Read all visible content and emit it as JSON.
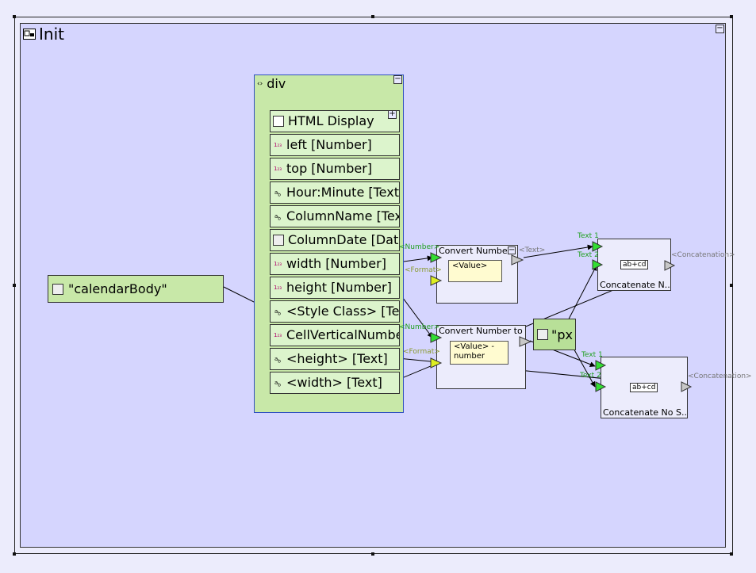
{
  "init": {
    "title": "Init",
    "collapse": "−"
  },
  "div": {
    "title": "div",
    "icon": "code-brackets-icon",
    "collapse": "−",
    "expand": "+",
    "properties": [
      {
        "label": "HTML Display",
        "icon": "html-display-icon"
      },
      {
        "label": "left [Number]",
        "icon": "number-icon"
      },
      {
        "label": "top [Number]",
        "icon": "number-icon"
      },
      {
        "label": "Hour:Minute [Text]",
        "icon": "text-icon"
      },
      {
        "label": "ColumnName [Text]",
        "icon": "text-icon"
      },
      {
        "label": "ColumnDate [Date]",
        "icon": "date-icon"
      },
      {
        "label": "width [Number]",
        "icon": "number-icon"
      },
      {
        "label": "height [Number]",
        "icon": "number-icon"
      },
      {
        "label": "<Style Class> [Text]",
        "icon": "text-icon"
      },
      {
        "label": "CellVerticalNumber",
        "icon": "number-icon"
      },
      {
        "label": "<height> [Text]",
        "icon": "text-icon"
      },
      {
        "label": "<width> [Text]",
        "icon": "text-icon"
      }
    ]
  },
  "calendar_body": {
    "label": "\"calendarBody\""
  },
  "convert1": {
    "title": "Convert Number",
    "collapse": "−",
    "note": "<Value>",
    "in_number": "<Number>",
    "in_format": "<Format>",
    "out": "<Text>"
  },
  "convert2": {
    "title": "Convert Number to",
    "note": "<Value> -",
    "note2": "number",
    "in_number": "<Number>",
    "in_format": "<Format>"
  },
  "px": {
    "label": "\"px"
  },
  "concat1": {
    "title": "Concatenate N..",
    "text1": "Text 1",
    "text2": "Text 2",
    "out": "<Concatenation>"
  },
  "concat2": {
    "title": "Concatenate No S..",
    "text1": "Text 1",
    "text2": "Text 2",
    "out": "<Concatenation>"
  },
  "colors": {
    "canvas": "#d5d5fe",
    "node_green": "#c8e8a8",
    "port_green": "#33dd33",
    "port_yellow": "#ddee22",
    "port_gray": "#c8c8c8"
  }
}
